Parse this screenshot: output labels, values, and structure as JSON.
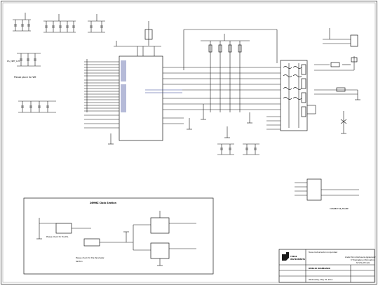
{
  "clock_section": {
    "title": "26MHZ Clock Section",
    "note_left": "Please check for the PLL",
    "note_right": "Please check for the Parameter",
    "note_right_2": "Section"
  },
  "place_note": "Please place for WE",
  "title_block": {
    "company": "Texas Instruments Incorporated",
    "brand_line1": "TEXAS",
    "brand_line2": "INSTRUMENTS",
    "project": "DM8148 BASEBOARD",
    "banner_line1": "Under Non-Disclosure Agreement",
    "banner_line2": "TI Proprietary Information",
    "banner_line3": "Strictly Private",
    "date": "Wednesday, May 25, 2011"
  },
  "connector_left_label": "DS_VREF_1V8",
  "bottom_connector_label": "CONNECTOR_FRAME"
}
